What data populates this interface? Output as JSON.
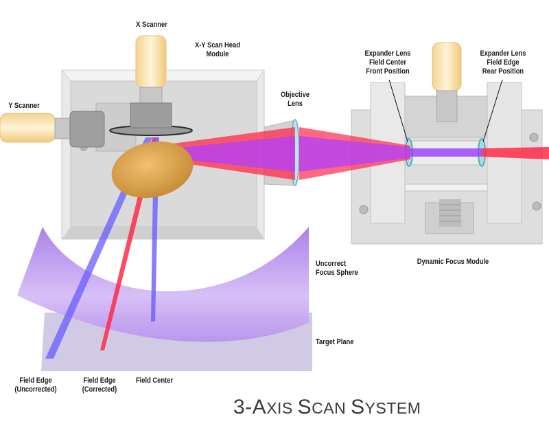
{
  "title": {
    "caps": [
      "3-A",
      "S",
      "S"
    ],
    "smalls": [
      "XIS ",
      "CAN ",
      "YSTEM"
    ]
  },
  "labels": {
    "x_scanner": "X Scanner",
    "xy_head_line1": "X-Y Scan Head",
    "xy_head_line2": "Module",
    "y_scanner": "Y Scanner",
    "objective_line1": "Objective",
    "objective_line2": "Lens",
    "expander_front_line1": "Expander Lens",
    "expander_front_line2": "Field Center",
    "expander_front_line3": "Front Position",
    "expander_rear_line1": "Expander Lens",
    "expander_rear_line2": "Field Edge",
    "expander_rear_line3": "Rear Position",
    "dynamic_focus": "Dynamic Focus Module",
    "uncorrect_line1": "Uncorrect",
    "uncorrect_line2": "Focus Sphere",
    "target_plane": "Target Plane",
    "field_edge_unc_line1": "Field Edge",
    "field_edge_unc_line2": "(Uncorrected)",
    "field_edge_cor_line1": "Field Edge",
    "field_edge_cor_line2": "(Corrected)",
    "field_center": "Field Center"
  },
  "colors": {
    "laser_red": "#ff2a3a",
    "laser_blue": "#6a5cff",
    "laser_violet": "#b040ff",
    "housing": "#e2e2e2",
    "focus_sphere": "#c9a8f2",
    "target_plane": "#cfc7e4",
    "mirror": "#d9a050",
    "scanner_glow": "#f6d48a"
  }
}
